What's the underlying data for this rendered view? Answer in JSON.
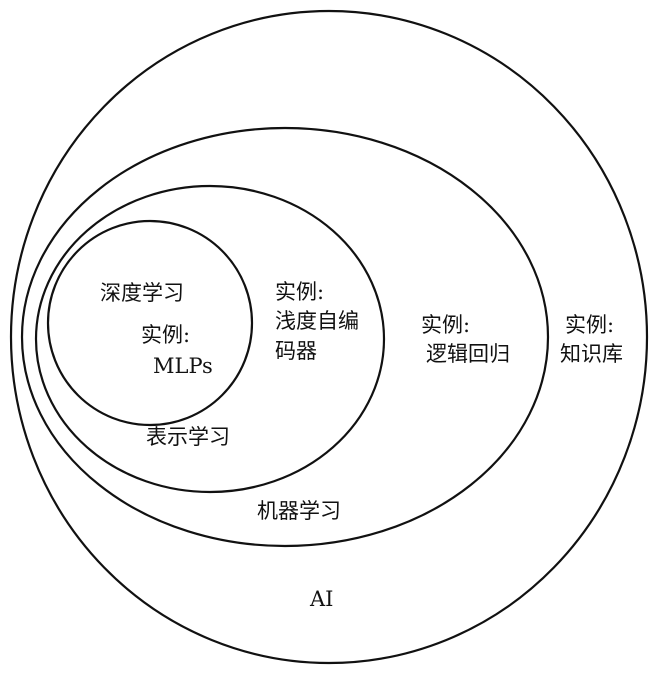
{
  "ai": {
    "label": "AI",
    "example_heading": "实例:",
    "example_body": "知识库"
  },
  "machine_learning": {
    "label": "机器学习",
    "example_heading": "实例:",
    "example_body": "逻辑回归"
  },
  "representation_learning": {
    "label": "表示学习",
    "example_heading": "实例:",
    "example_line1": "浅度自编",
    "example_line2": "码器"
  },
  "deep_learning": {
    "label": "深度学习",
    "example_heading": "实例:",
    "example_body": "MLPs"
  }
}
